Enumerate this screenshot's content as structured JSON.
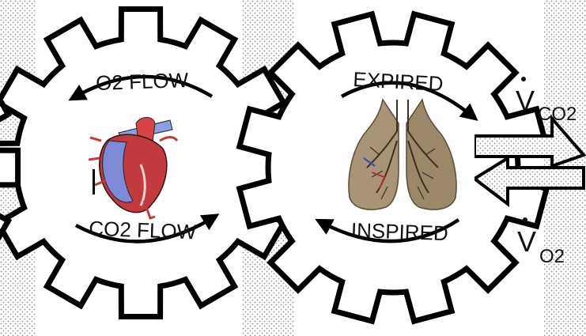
{
  "figure": {
    "left_gear": {
      "top_label": "O2 FLOW",
      "bottom_label": "CO2 FLOW",
      "center_image": "heart-icon"
    },
    "right_gear": {
      "top_label": "EXPIRED",
      "bottom_label": "INSPIRED",
      "center_image": "lungs-icon"
    },
    "exchange": {
      "out_label_main": "V",
      "out_label_sub": "CO2",
      "in_label_main": "V",
      "in_label_sub": "O2"
    }
  },
  "colors": {
    "gear_fill": "#ffffff",
    "gear_stroke": "#000000",
    "stipple": "#9a9a9a",
    "heart_red": "#c8383a",
    "heart_blue": "#7c8cd8",
    "lung_tissue": "#a89578"
  }
}
